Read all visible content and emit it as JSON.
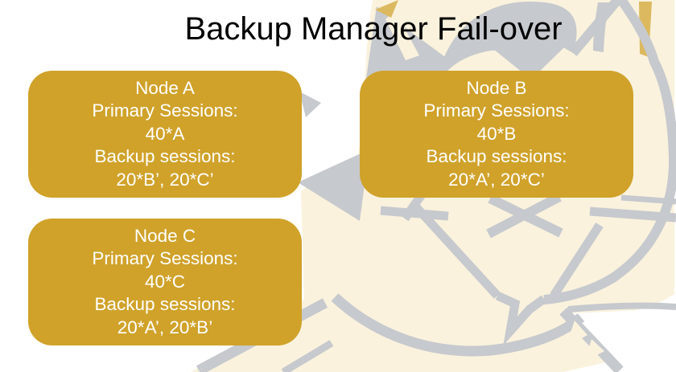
{
  "title": "Backup Manager Fail-over",
  "nodes": [
    {
      "name": "Node A",
      "primary_label": "Primary Sessions:",
      "primary_value": "40*A",
      "backup_label": "Backup sessions:",
      "backup_value": "20*B’, 20*C’"
    },
    {
      "name": "Node B",
      "primary_label": "Primary Sessions:",
      "primary_value": "40*B",
      "backup_label": "Backup sessions:",
      "backup_value": "20*A’, 20*C’"
    },
    {
      "name": "Node C",
      "primary_label": "Primary Sessions:",
      "primary_value": "40*C",
      "backup_label": "Backup sessions:",
      "backup_value": "20*A’, 20*B’"
    }
  ],
  "watermark": {
    "icon": "tomcat-cat-icon"
  },
  "colors": {
    "node_fill": "#D0A22A",
    "node_text": "#FFFFFF",
    "title_color": "#000000",
    "cat_cream": "#FAF2DD",
    "cat_gray": "#C6C9CD",
    "cat_tan": "#DCB95F",
    "background": "#FFFFFF"
  }
}
